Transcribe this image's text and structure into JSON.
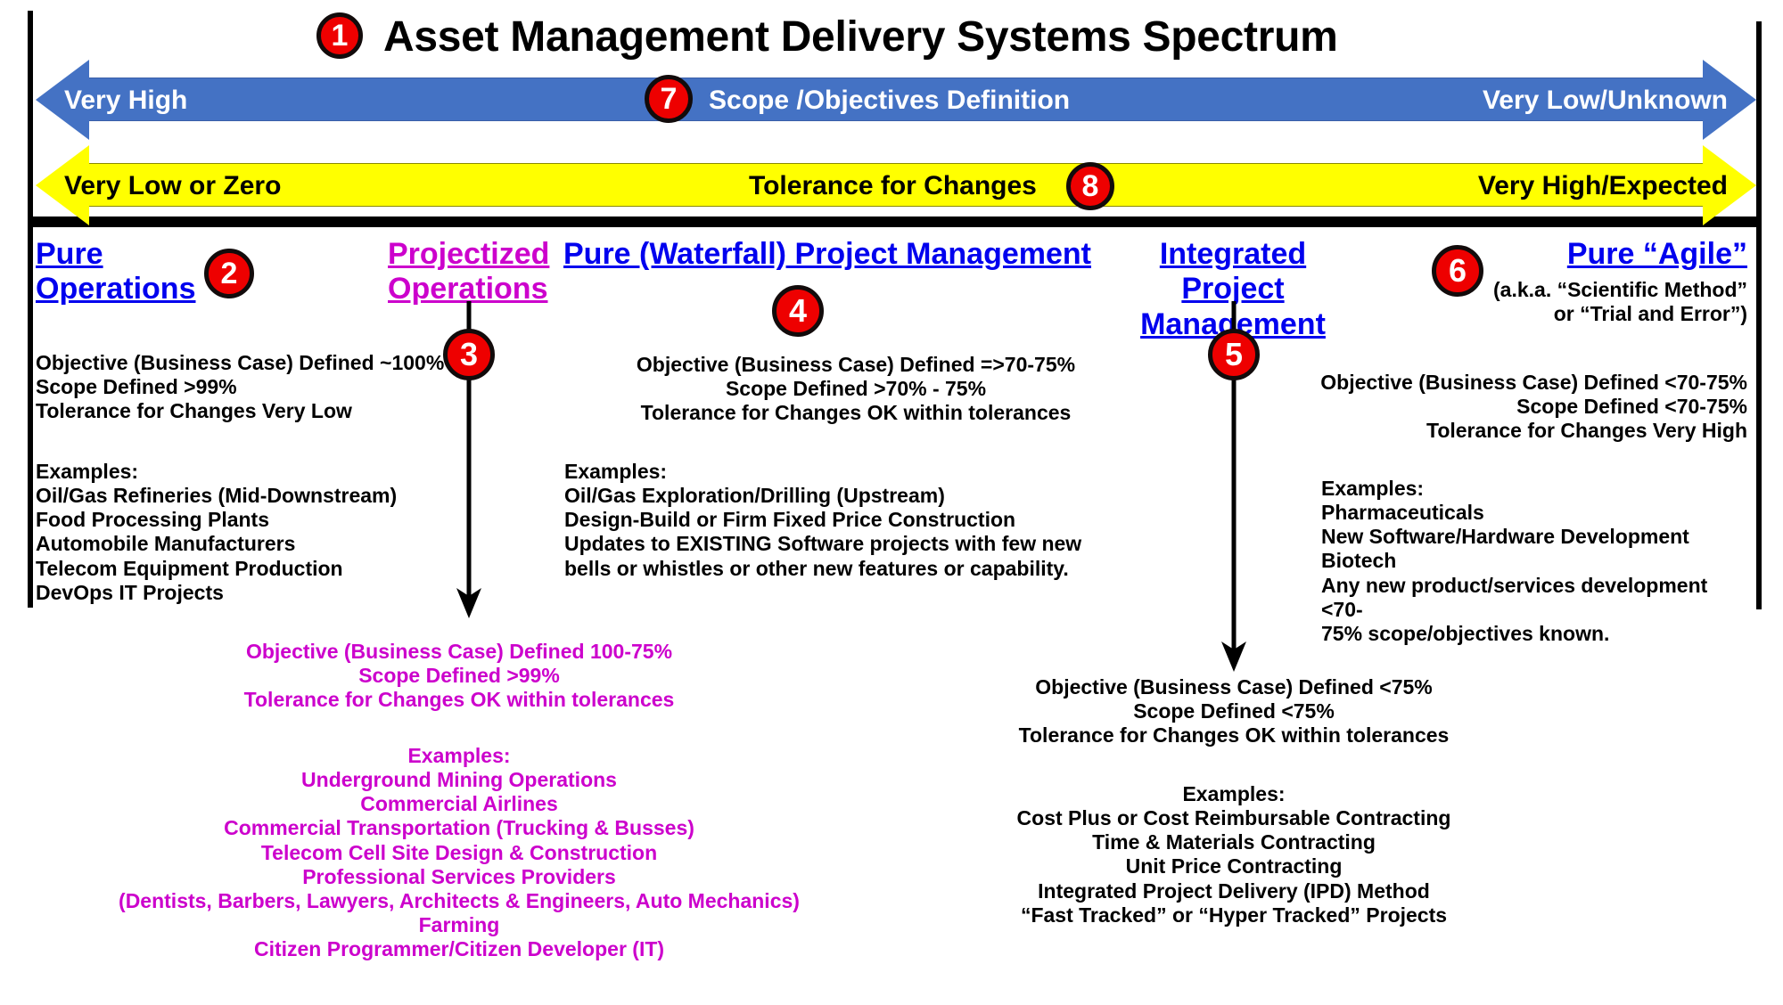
{
  "title": "Asset Management Delivery Systems Spectrum",
  "colors": {
    "scope_band": "#4472C4",
    "tolerance_band": "#FFFF00",
    "badge": "#EE0000",
    "heading_blue": "#0000EE",
    "heading_magenta": "#CC00CC",
    "frame": "#000000"
  },
  "badges": {
    "b1": "1",
    "b2": "2",
    "b3": "3",
    "b4": "4",
    "b5": "5",
    "b6": "6",
    "b7": "7",
    "b8": "8"
  },
  "bands": [
    {
      "name": "scope-objectives-definition",
      "left_label": "Very High",
      "center_label": "Scope /Objectives Definition",
      "right_label": "Very Low/Unknown"
    },
    {
      "name": "tolerance-for-changes",
      "left_label": "Very Low or Zero",
      "center_label": "Tolerance for Changes",
      "right_label": "Very High/Expected"
    }
  ],
  "columns": [
    {
      "id": "pure-operations",
      "heading_line1": "Pure",
      "heading_line2": "Operations",
      "metrics": [
        "Objective (Business Case) Defined ~100%",
        "Scope Defined >99%",
        "Tolerance for Changes Very Low"
      ],
      "examples_label": "Examples:",
      "examples": [
        "Oil/Gas Refineries (Mid-Downstream)",
        "Food Processing Plants",
        "Automobile Manufacturers",
        "Telecom Equipment Production",
        "DevOps IT Projects"
      ]
    },
    {
      "id": "projectized-operations",
      "heading_line1": "Projectized",
      "heading_line2": "Operations",
      "metrics": [
        "Objective (Business Case) Defined 100-75%",
        "Scope Defined >99%",
        "Tolerance for Changes OK within tolerances"
      ],
      "examples_label": "Examples:",
      "examples": [
        "Underground Mining Operations",
        "Commercial Airlines",
        "Commercial Transportation (Trucking & Busses)",
        "Telecom Cell Site Design & Construction",
        "Professional Services Providers",
        "(Dentists, Barbers, Lawyers, Architects & Engineers, Auto Mechanics)",
        "Farming",
        "Citizen Programmer/Citizen Developer (IT)"
      ]
    },
    {
      "id": "pure-waterfall-project-management",
      "heading_line1": "Pure (Waterfall) Project Management",
      "heading_line2": "",
      "metrics": [
        "Objective (Business Case) Defined =>70-75%",
        "Scope Defined >70% - 75%",
        "Tolerance for Changes OK within tolerances"
      ],
      "examples_label": "Examples:",
      "examples": [
        "Oil/Gas Exploration/Drilling (Upstream)",
        "Design-Build or Firm Fixed Price Construction",
        "Updates to EXISTING Software projects with few new",
        "bells or whistles or other new features or capability."
      ]
    },
    {
      "id": "integrated-project-management",
      "heading_line1": "Integrated Project",
      "heading_line2": "Management",
      "metrics": [
        "Objective (Business Case) Defined <75%",
        "Scope Defined <75%",
        "Tolerance for Changes OK within tolerances"
      ],
      "examples_label": "Examples:",
      "examples": [
        "Cost Plus or Cost Reimbursable Contracting",
        "Time & Materials Contracting",
        "Unit Price Contracting",
        "Integrated Project Delivery (IPD) Method",
        "“Fast Tracked” or “Hyper Tracked” Projects"
      ]
    },
    {
      "id": "pure-agile",
      "heading_line1": "Pure “Agile”",
      "heading_line2": "",
      "aka_line1": "(a.k.a. “Scientific Method”",
      "aka_line2": "or “Trial and Error”)",
      "metrics": [
        "Objective (Business Case) Defined <70-75%",
        "Scope Defined <70-75%",
        "Tolerance for Changes Very High"
      ],
      "examples_label": "Examples:",
      "examples": [
        "Pharmaceuticals",
        "New Software/Hardware Development",
        "Biotech",
        "Any new product/services development <70-",
        "75% scope/objectives known."
      ]
    }
  ]
}
